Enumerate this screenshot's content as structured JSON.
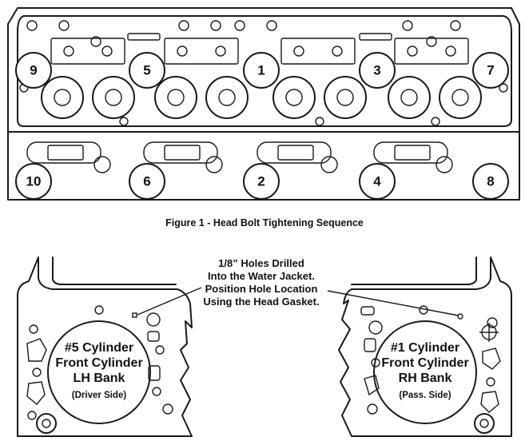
{
  "figure1": {
    "caption": "Figure 1 - Head Bolt Tightening Sequence",
    "bolt_numbers_top": [
      "9",
      "5",
      "1",
      "3",
      "7"
    ],
    "bolt_numbers_bottom": [
      "10",
      "6",
      "2",
      "4",
      "8"
    ]
  },
  "figure2": {
    "note_lines": [
      "1/8” Holes Drilled",
      "Into the Water Jacket.",
      "Position Hole Location",
      "Using the Head Gasket."
    ],
    "left_panel": {
      "line1": "#5 Cylinder",
      "line2": "Front Cylinder",
      "line3": "LH Bank",
      "line4": "(Driver Side)"
    },
    "right_panel": {
      "line1": "#1 Cylinder",
      "line2": "Front Cylinder",
      "line3": "RH Bank",
      "line4": "(Pass. Side)"
    }
  }
}
